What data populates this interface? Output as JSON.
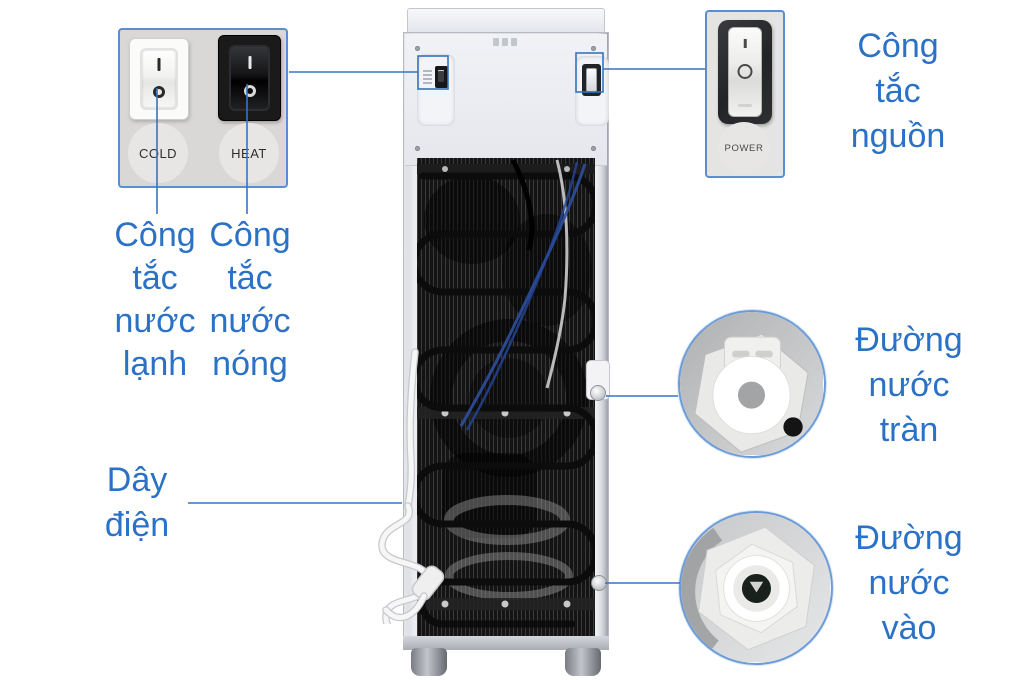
{
  "colors": {
    "label_blue": "#2b72c7",
    "connector_blue": "#3575c0",
    "inset_border_blue": "#5b8ed1"
  },
  "switch_inset": {
    "cold_label": "COLD",
    "heat_label": "HEAT"
  },
  "power_inset": {
    "power_label": "POWER"
  },
  "annotations": {
    "cold_switch": "Công\ntắc\nnước\nlạnh",
    "hot_switch": "Công\ntắc\nnước\nnóng",
    "power_switch": "Công\ntắc\nnguồn",
    "power_cord": "Dây\nđiện",
    "overflow_pipe": "Đường\nnước\ntràn",
    "inlet_pipe": "Đường\nnước\nvào"
  }
}
